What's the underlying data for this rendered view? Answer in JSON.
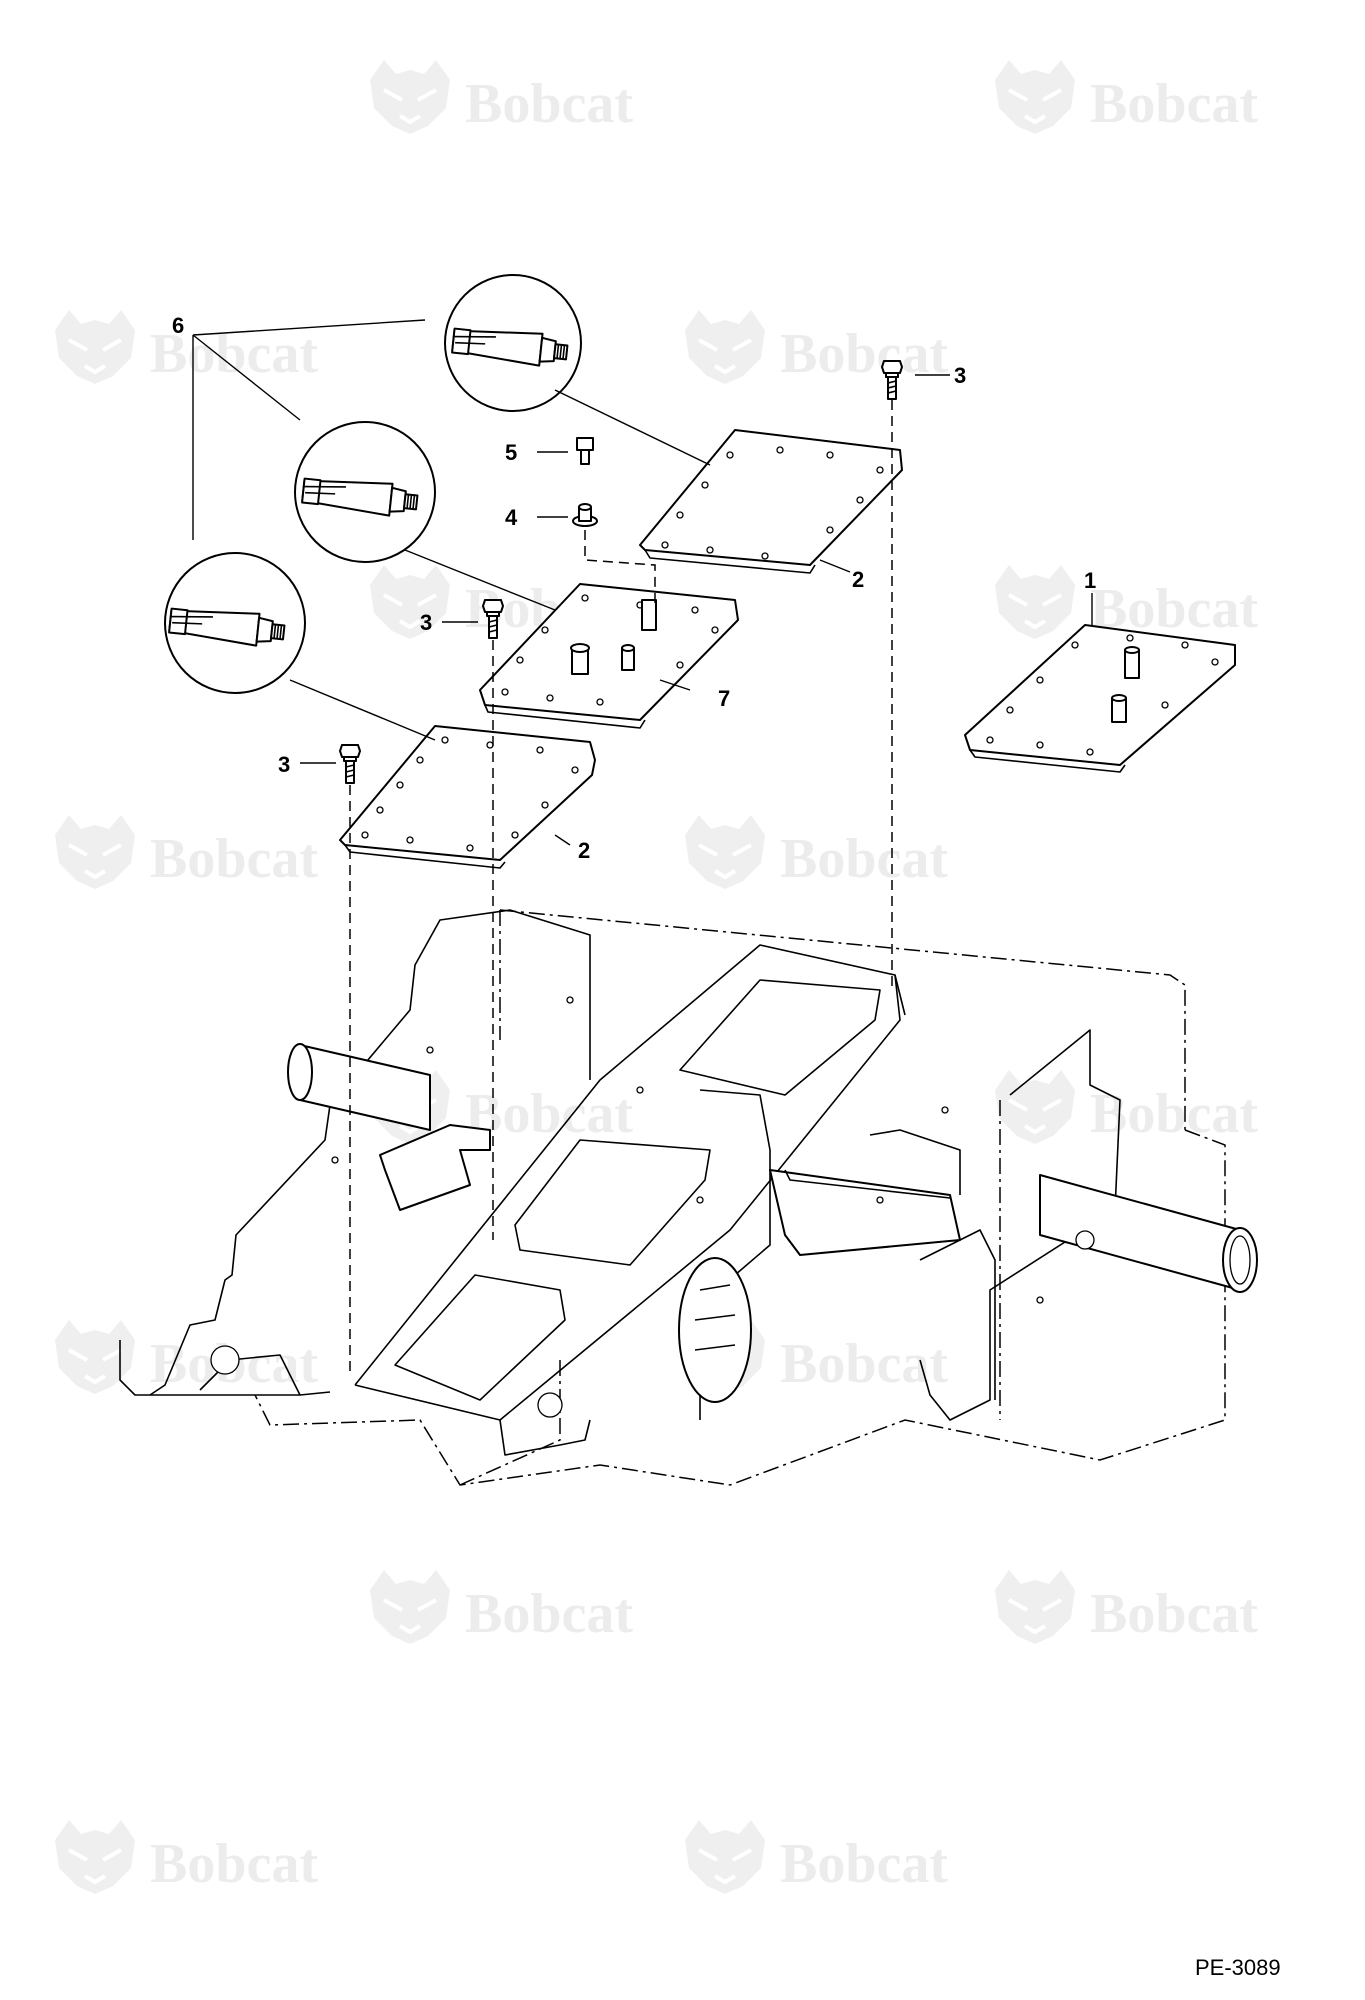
{
  "watermark": {
    "brand_text": "Bobcat",
    "icon": "bobcat-logo-icon"
  },
  "callouts": {
    "c1": "1",
    "c2a": "2",
    "c2b": "2",
    "c3a": "3",
    "c3b": "3",
    "c3c": "3",
    "c4": "4",
    "c5": "5",
    "c6": "6",
    "c7": "7"
  },
  "figure_ref": "PE-3089",
  "icons": {
    "sealant_tube": "sealant-tube-icon",
    "cap_screw": "cap-screw-icon",
    "washer": "washer-icon"
  }
}
